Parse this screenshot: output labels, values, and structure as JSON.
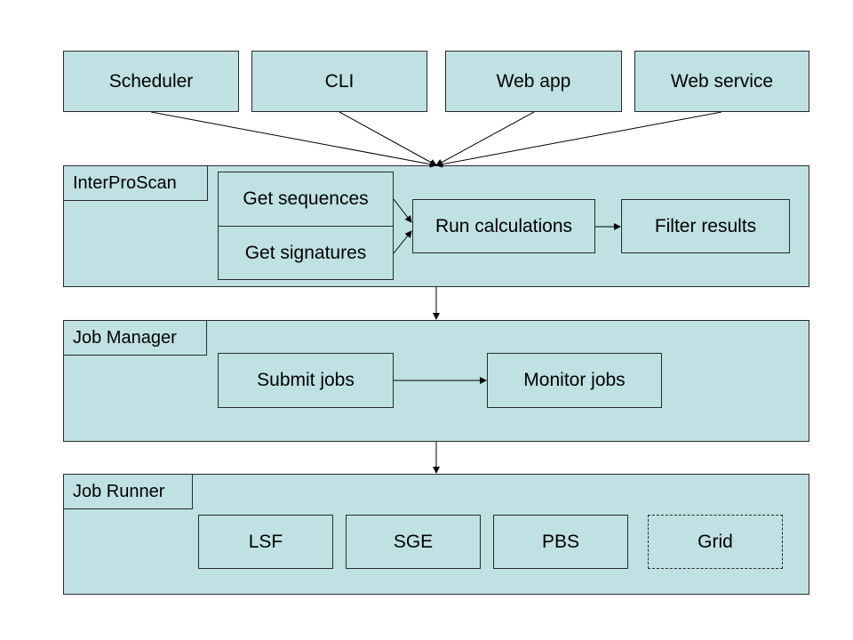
{
  "clients": {
    "scheduler": "Scheduler",
    "cli": "CLI",
    "web_app": "Web app",
    "web_service": "Web service"
  },
  "interproscan": {
    "title": "InterProScan",
    "get_sequences": "Get sequences",
    "get_signatures": "Get signatures",
    "run_calculations": "Run calculations",
    "filter_results": "Filter results"
  },
  "job_manager": {
    "title": "Job Manager",
    "submit_jobs": "Submit jobs",
    "monitor_jobs": "Monitor jobs"
  },
  "job_runner": {
    "title": "Job Runner",
    "lsf": "LSF",
    "sge": "SGE",
    "pbs": "PBS",
    "grid": "Grid"
  },
  "colors": {
    "box_fill": "#bfe1e3",
    "border": "#2a2a2a"
  }
}
